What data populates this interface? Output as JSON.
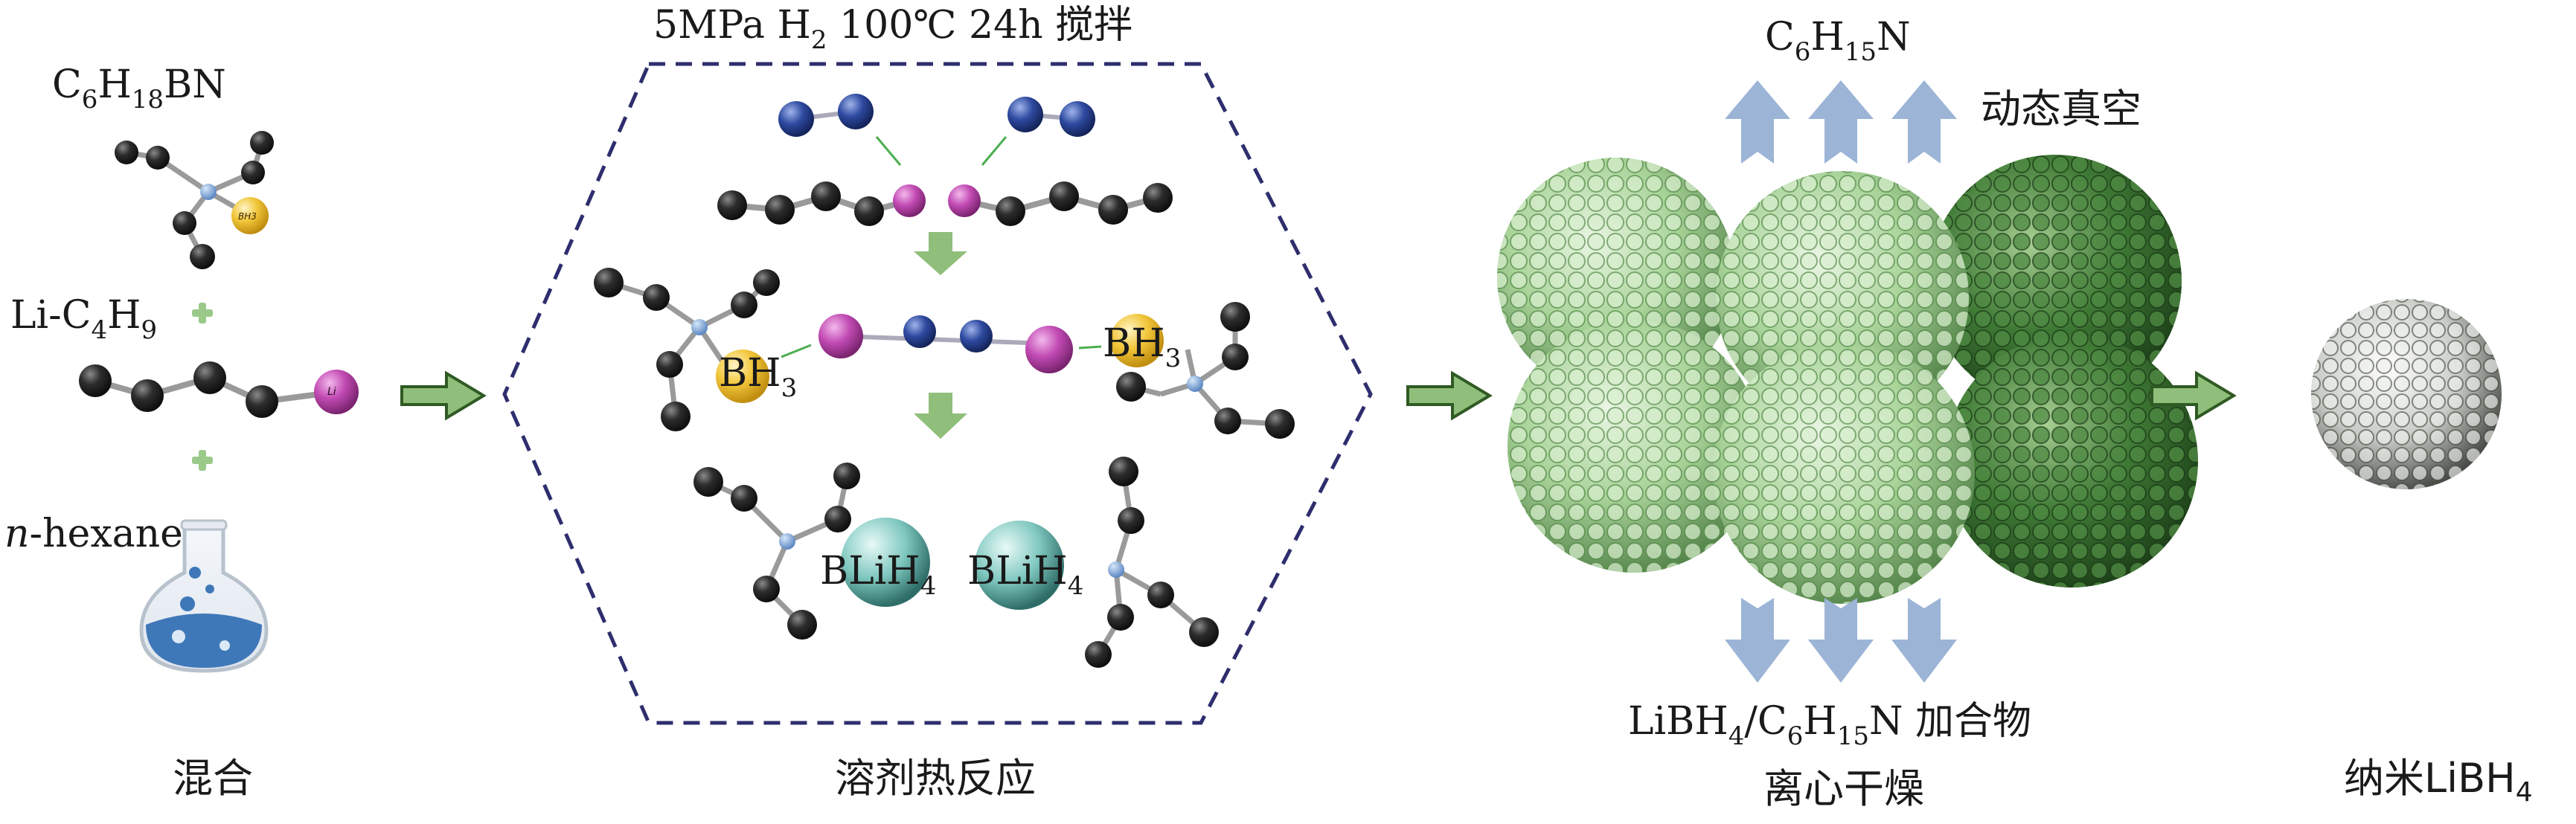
{
  "mix": {
    "reagent_1": {
      "base": "C",
      "s1": "6",
      "mid": "H",
      "s2": "18",
      "tail": "BN"
    },
    "reagent_2": {
      "base": "Li-C",
      "s1": "4",
      "mid": "H",
      "s2": "9"
    },
    "reagent_3": {
      "italic": "n",
      "rest": "-hexane"
    },
    "atom_text_lithium": "Li",
    "atom_text_bh3": "BH3",
    "caption": "混合"
  },
  "solvothermal": {
    "conditions": {
      "pre": "5MPa H",
      "sub": "2",
      "post": " 100℃ 24h 搅拌"
    },
    "bh3_left": {
      "base": "BH",
      "sub": "3"
    },
    "bh3_right": {
      "base": "BH",
      "sub": "3"
    },
    "bli_left": {
      "base": "BLiH",
      "sub": "4"
    },
    "bli_right": {
      "base": "BLiH",
      "sub": "4"
    },
    "caption": "溶剂热反应"
  },
  "centrifuge": {
    "top_product": {
      "base": "C",
      "s1": "6",
      "mid": "H",
      "s2": "15",
      "tail": "N"
    },
    "vacuum": "动态真空",
    "adduct": {
      "a": "LiBH",
      "s1": "4",
      "b": "/C",
      "s2": "6",
      "c": "H",
      "s3": "15",
      "d": "N 加合物"
    },
    "caption": "离心干燥"
  },
  "final": {
    "caption_pre": "纳米LiBH",
    "caption_sub": "4"
  },
  "colors": {
    "carbon": "#2d2d2d",
    "nitrogen": "#5a86c2",
    "lithium": "#c24bb4",
    "boron": "#f2c63a",
    "hydrogen_gas": "#2e4aa0",
    "libh4_sphere": "#7ec7bf",
    "process_arrow": "#8fbf7a",
    "flow_arrow": "#9cb4d6",
    "hexagon_dash": "#2e2e6e",
    "flask_liquid": "#3f78b8",
    "particle_light": "#a9d49a",
    "particle_dark": "#3f7a35"
  }
}
